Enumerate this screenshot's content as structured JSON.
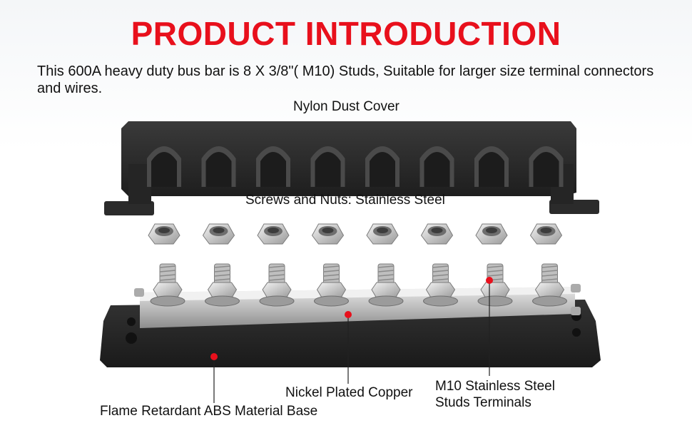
{
  "title": "PRODUCT INTRODUCTION",
  "intro_text": "This 600A heavy duty bus bar is 8 X 3/8\"( M10) Studs, Suitable for larger size terminal connectors and wires.",
  "labels": {
    "dust_cover": "Nylon Dust Cover",
    "screws_nuts": "Screws and Nuts: Stainless Steel",
    "nickel_copper": "Nickel Plated Copper",
    "abs_base": "Flame Retardant ABS Material Base",
    "m10_line1": "M10 Stainless Steel",
    "m10_line2": "Studs Terminals"
  },
  "colors": {
    "accent_red": "#e8101c",
    "plastic_black": "#2a2a2a",
    "steel": "#c8c8c8"
  },
  "stud_count": 8
}
